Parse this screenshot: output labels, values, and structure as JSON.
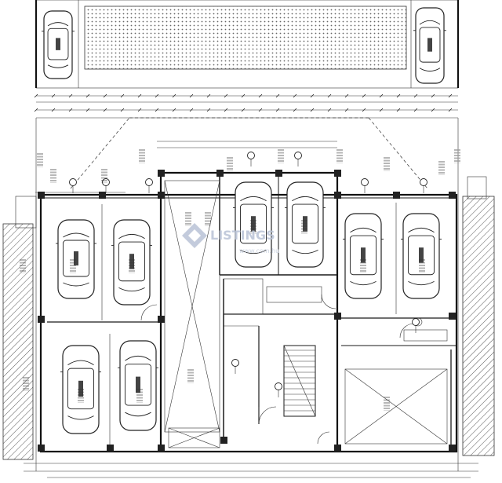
{
  "drawing": {
    "description_label": "",
    "watermark": {
      "brand": "LISTINGS",
      "sub": "www.com.hu"
    },
    "colors": {
      "line": "#1a1a1a",
      "hatch": "#444444",
      "dots": "#777777",
      "watermark": "#b9c3d6"
    },
    "parking_spaces": [
      {
        "id": "p-top-left",
        "label": ""
      },
      {
        "id": "p-top-right",
        "label": ""
      },
      {
        "id": "p-a1",
        "label": ""
      },
      {
        "id": "p-a2",
        "label": ""
      },
      {
        "id": "p-b1",
        "label": ""
      },
      {
        "id": "p-b2",
        "label": ""
      },
      {
        "id": "p-c1",
        "label": ""
      },
      {
        "id": "p-c2",
        "label": ""
      },
      {
        "id": "p-d1",
        "label": ""
      },
      {
        "id": "p-d2",
        "label": ""
      }
    ]
  }
}
